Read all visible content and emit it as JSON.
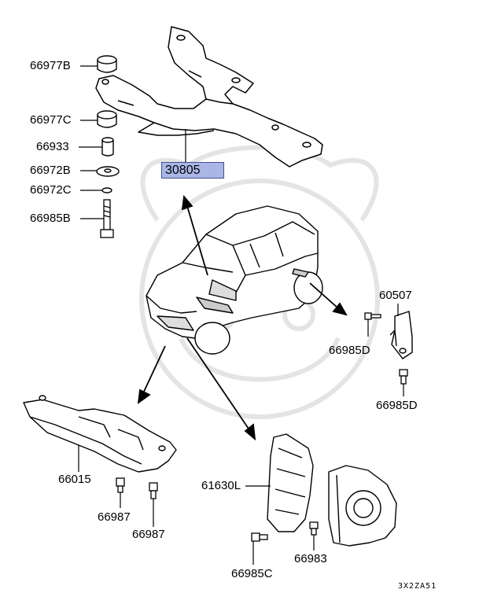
{
  "labels": {
    "p66977B": "66977B",
    "p66977C": "66977C",
    "p66933": "66933",
    "p66972B": "66972B",
    "p66972C": "66972C",
    "p66985B": "66985B",
    "p30805": "30805",
    "p60507": "60507",
    "p66985D_a": "66985D",
    "p66985D_b": "66985D",
    "p66015": "66015",
    "p66987_a": "66987",
    "p66987_b": "66987",
    "p61630L": "61630L",
    "p66983": "66983",
    "p66985C": "66985C"
  },
  "diagram_code": "3X2ZA51",
  "colors": {
    "highlight": "#a9b6e6",
    "line": "#000000",
    "watermark": "#e6e6e6"
  }
}
